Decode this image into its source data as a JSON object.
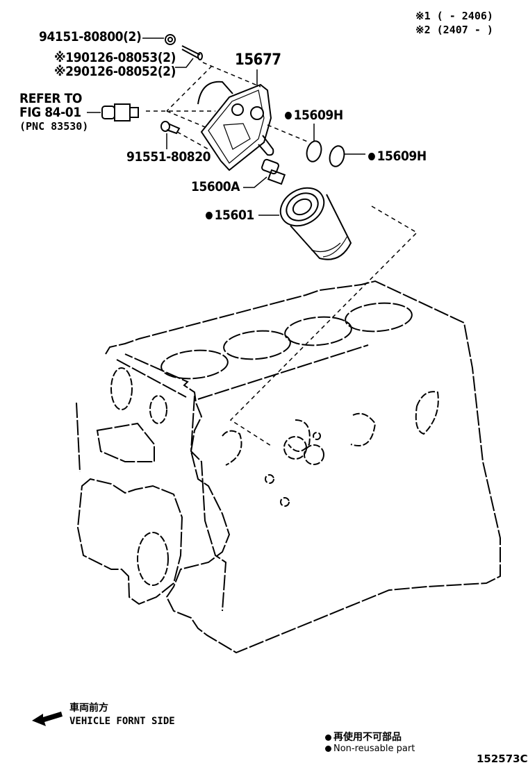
{
  "legend_top": {
    "note1": "※1 (     - 2406)",
    "note2": "※2 (2407 -     )"
  },
  "parts": {
    "nut": "94151-80800(2)",
    "stud1": "※190126-08053(2)",
    "stud2": "※290126-08052(2)",
    "bracket": "15677",
    "refer_line1": "REFER TO",
    "refer_line2": "FIG 84-01",
    "refer_line3": "(PNC 83530)",
    "bolt": "91551-80820",
    "oring_upper": "15609H",
    "oring_right": "15609H",
    "union": "15600A",
    "filter": "15601"
  },
  "direction": {
    "label_jp": "車両前方",
    "label_en": "VEHICLE FORNT SIDE",
    "icon": "arrow-left-icon"
  },
  "legend_bottom": {
    "nonreusable_jp": "再使用不可部品",
    "nonreusable_en": "Non-reusable part",
    "icon": "filled-circle-icon"
  },
  "figure_id": "152573C"
}
